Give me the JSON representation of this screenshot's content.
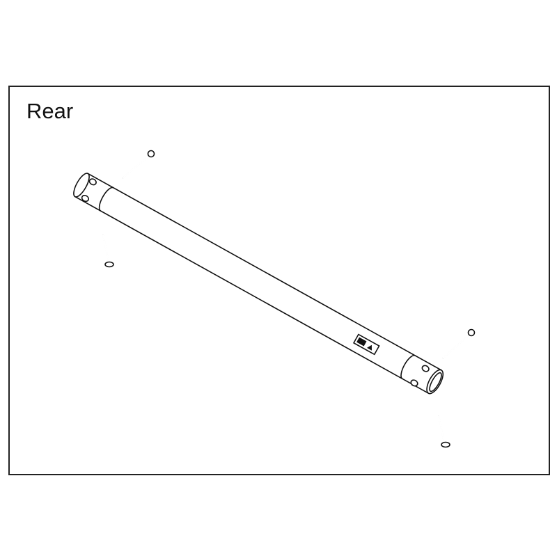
{
  "diagram": {
    "title": "Rear",
    "parts": [
      "tube",
      "bolt-top-left",
      "bolt-bottom-left",
      "bolt-top-right",
      "bolt-bottom-right"
    ],
    "line_color": "#111111"
  }
}
